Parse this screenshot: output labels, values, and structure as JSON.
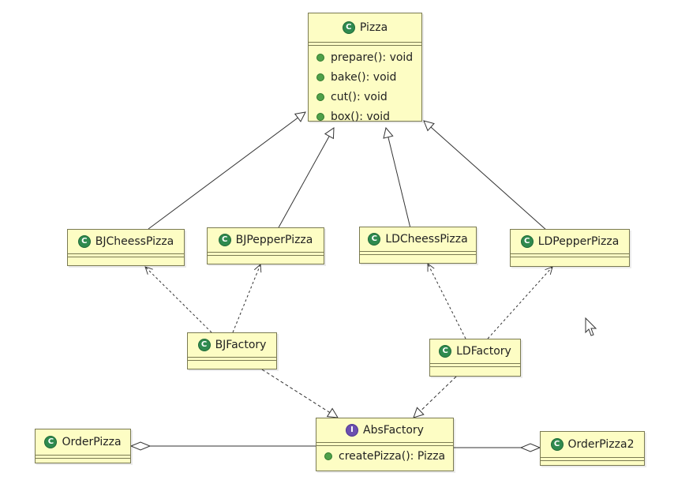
{
  "pizza": {
    "name": "Pizza",
    "operations": [
      "prepare(): void",
      "bake(): void",
      "cut(): void",
      "box(): void"
    ]
  },
  "products": {
    "bj_cheese": "BJCheessPizza",
    "bj_pepper": "BJPepperPizza",
    "ld_cheese": "LDCheessPizza",
    "ld_pepper": "LDPepperPizza"
  },
  "factories": {
    "bj": "BJFactory",
    "ld": "LDFactory"
  },
  "abs_factory": {
    "name": "AbsFactory",
    "stereotype_icon": "I",
    "operations": [
      "createPizza(): Pizza"
    ]
  },
  "clients": {
    "order1": "OrderPizza",
    "order2": "OrderPizza2"
  },
  "class_icon": "C",
  "icons": {
    "class": "class-badge-icon",
    "interface": "interface-badge-icon",
    "operation": "public-method-icon",
    "cursor": "mouse-cursor-icon"
  },
  "colors": {
    "class_fill": "#fdfdc4",
    "class_border": "#7a7a52",
    "class_badge": "#2f8a4f",
    "interface_badge": "#6b4fb0",
    "method_dot": "#4fa04a"
  }
}
